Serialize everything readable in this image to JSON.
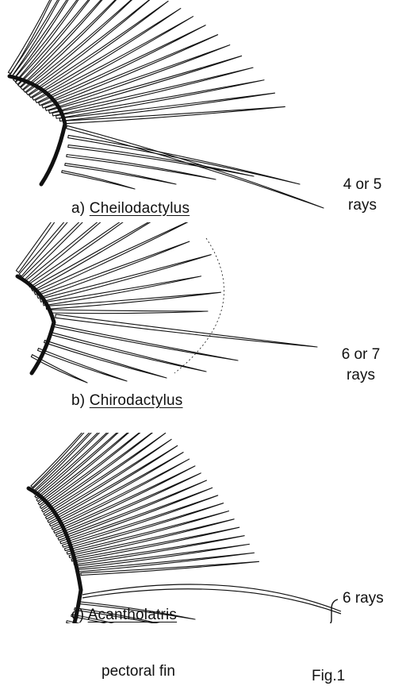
{
  "panels": [
    {
      "letter": "a)",
      "genus": "Cheilodactylus",
      "note_line1": "4 or 5",
      "note_line2": "rays"
    },
    {
      "letter": "b)",
      "genus": "Chirodactylus",
      "note_line1": "6 or 7",
      "note_line2": "rays"
    },
    {
      "letter": "c)",
      "genus": "Acantholatris",
      "note_line1": "6 rays",
      "note_line2": ""
    }
  ],
  "footer": {
    "label": "pectoral fin",
    "figure": "Fig.1"
  },
  "colors": {
    "ink": "#111111",
    "paper": "#ffffff"
  }
}
